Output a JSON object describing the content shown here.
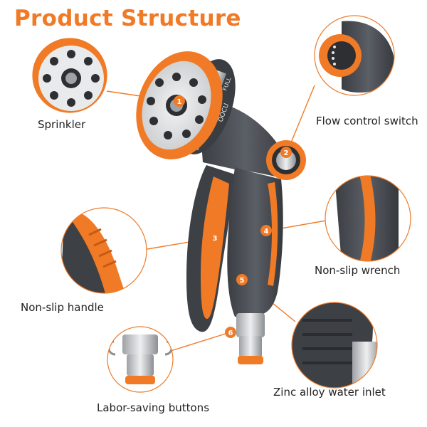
{
  "title": "Product Structure",
  "colors": {
    "accent": "#f07a26",
    "body": "#4a4d52",
    "dark": "#2d2f33",
    "silver": "#c9cbce"
  },
  "nozzle_text": {
    "brand": "OOCU",
    "mark": "FULL"
  },
  "callouts": [
    {
      "number": "1",
      "label": "Sprinkler"
    },
    {
      "number": "2",
      "label": "Flow control switch"
    },
    {
      "number": "3",
      "label": "Non-slip handle"
    },
    {
      "number": "4",
      "label": "Non-slip wrench"
    },
    {
      "number": "5",
      "label": "Zinc alloy water inlet"
    },
    {
      "number": "6",
      "label": "Labor-saving buttons"
    }
  ]
}
